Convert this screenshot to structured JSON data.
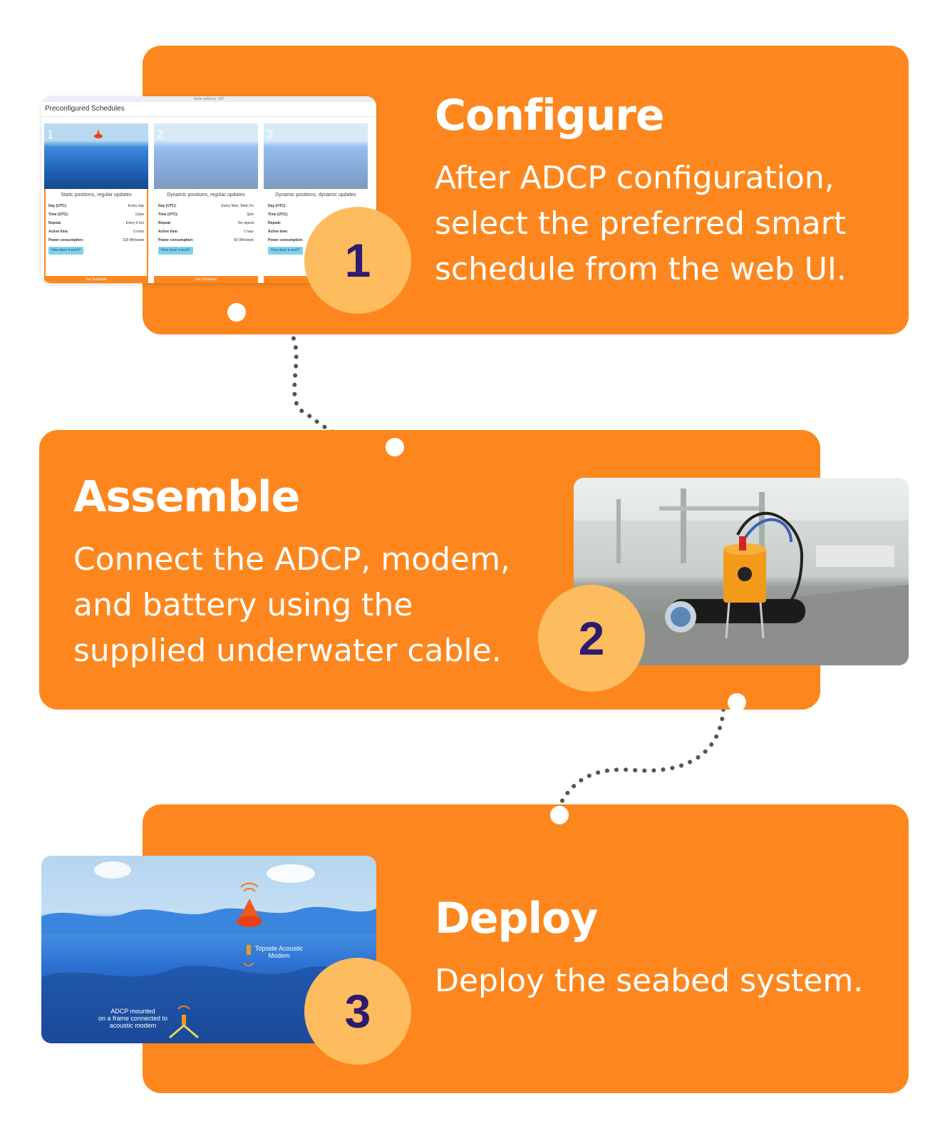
{
  "steps": [
    {
      "number": "1",
      "title": "Configure",
      "body": [
        "After ADCP configuration,",
        "select the preferred smart",
        "schedule from the web UI."
      ]
    },
    {
      "number": "2",
      "title": "Assemble",
      "body": [
        "Connect the ADCP, modem,",
        "and battery using the",
        "supplied underwater cable."
      ]
    },
    {
      "number": "3",
      "title": "Deploy",
      "body": [
        "Deploy the seabed system."
      ]
    }
  ],
  "schedule_ui": {
    "top_bar": "Node address: 102",
    "heading": "Preconfigured Schedules",
    "row_labels": [
      "Day (UTC):",
      "Time (UTC):",
      "Repeat:",
      "Active time:",
      "Power consumption:"
    ],
    "button_label": "How does it work?",
    "cards": [
      {
        "number": "1",
        "title": "Static positions, regular updates",
        "values": [
          "Every day",
          "12am",
          "Every 6 hrs",
          "5 mins",
          "118 Wh/week"
        ],
        "footer": "Set Schedule"
      },
      {
        "number": "2",
        "title": "Dynamic positions, regular updates",
        "values": [
          "Every Mon, Wed, Fri",
          "3pm",
          "No repeat",
          "1 hour",
          "60 Wh/week"
        ],
        "footer": "Set Schedule"
      },
      {
        "number": "3",
        "title": "Dynamic positions, dynamic updates",
        "values": [
          "",
          "",
          "",
          "",
          ""
        ],
        "footer": ""
      }
    ]
  },
  "illustration": {
    "topside_label": [
      "Topside Acoustic",
      "Modem"
    ],
    "adcp_label": [
      "ADCP mounted",
      "on a frame connected to",
      "acoustic modem"
    ]
  },
  "colors": {
    "panel": "#fd871e",
    "badge": "#fdbc5e",
    "badge_text": "#2e1a6e",
    "connector": "#555555"
  }
}
